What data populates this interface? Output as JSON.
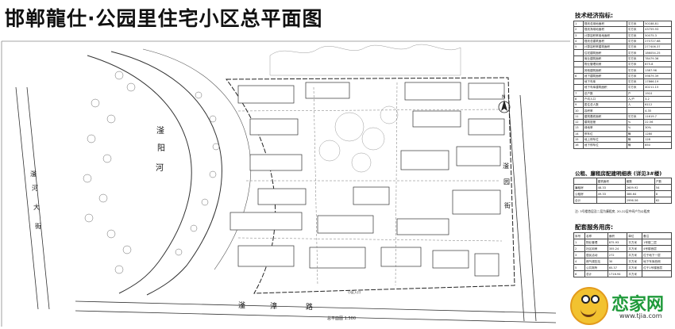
{
  "title": "邯郸龍仕·公园里住宅小区总平面图",
  "plan": {
    "river_chars": [
      "滏",
      "阳",
      "河"
    ],
    "street_left_chars": [
      "滏",
      "河",
      "大",
      "街"
    ],
    "street_right_chars": [
      "滏",
      "园",
      "街"
    ],
    "road_bottom_chars": [
      "滏",
      "漳",
      "路"
    ],
    "north_label": "N",
    "bottom_caption": "总平面图  1:500",
    "center_label": "小区入口",
    "colors": {
      "line": "#333333",
      "light": "#888888",
      "background": "#ffffff"
    }
  },
  "tech": {
    "heading": "技术经济指标:",
    "rows": [
      [
        "1",
        "规划总用地面积",
        "平方米",
        "50188.81"
      ],
      [
        "2",
        "规划净用地面积",
        "平方米",
        "43759.93"
      ],
      [
        "3",
        "计算容积率用地面积",
        "平方米",
        "50075.3"
      ],
      [
        "4",
        "规划总建筑面积",
        "平方米",
        "270727.68"
      ],
      [
        "5",
        "计算容积率建筑面积",
        "平方米",
        "277406.37"
      ],
      [
        "",
        "住宅建筑面积",
        "平方米",
        "186054.25"
      ],
      [
        "",
        "商业建筑面积",
        "平方米",
        "78479.36"
      ],
      [
        "",
        "物业管理用房",
        "平方米",
        "875.8"
      ],
      [
        "",
        "其他建筑面积",
        "平方米",
        "1387.96"
      ],
      [
        "6",
        "地下建筑面积",
        "平方米",
        "59879.39"
      ],
      [
        "",
        "地下车库",
        "平方米",
        "17866.19"
      ],
      [
        "",
        "地下车库建筑面积",
        "平方米",
        "40211.15"
      ],
      [
        "7",
        "总户数",
        "户",
        "1910"
      ],
      [
        "8",
        "户均人口",
        "人/户",
        "3.2"
      ],
      [
        "9",
        "居住总人数",
        "人",
        "6112"
      ],
      [
        "10",
        "容积率",
        "",
        "4.35"
      ],
      [
        "11",
        "建筑基底面积",
        "平方米",
        "11619.7"
      ],
      [
        "12",
        "建筑密度",
        "%",
        "22.56"
      ],
      [
        "13",
        "绿地率",
        "%",
        "30%"
      ],
      [
        "14",
        "停车位",
        "辆",
        "1280"
      ],
      [
        "15",
        "地上停车位",
        "辆",
        "128"
      ],
      [
        "16",
        "地下停车位",
        "辆",
        "850"
      ]
    ],
    "afford_heading": "公租、廉租房配建明细表 (详见3#楼)",
    "afford_rows": [
      [
        "",
        "建筑面积",
        "套数",
        "户数"
      ],
      [
        "廉租房",
        "48.33",
        "2609.92",
        "54"
      ],
      [
        "公租房",
        "49.33",
        "386.64",
        "8"
      ],
      [
        "合计",
        "",
        "2996.56",
        "62"
      ]
    ],
    "afford_note": "注: 3号楼首层及二层为廉租房, 20-22层中间户为公租房",
    "service_heading": "配套服务用房:",
    "service_rows": [
      [
        "序号",
        "名称",
        "面积",
        "单位",
        "备注"
      ],
      [
        "1",
        "物业管理",
        "875.93",
        "平方米",
        "1号楼二层"
      ],
      [
        "2",
        "社区用房",
        "355.24",
        "平方米",
        "4号楼首层"
      ],
      [
        "3",
        "居民活动",
        "272",
        "平方米",
        "位于地下一层"
      ],
      [
        "4",
        "燃气调压站",
        "30",
        "平方米",
        "地下车库西侧"
      ],
      [
        "5",
        "公共厕所",
        "65.37",
        "平方米",
        "位于1号楼首层"
      ],
      [
        "6",
        "总计",
        "1716.94",
        "平方米",
        ""
      ]
    ]
  },
  "watermark": {
    "name": "恋家网",
    "url": "www.tjia.com"
  }
}
